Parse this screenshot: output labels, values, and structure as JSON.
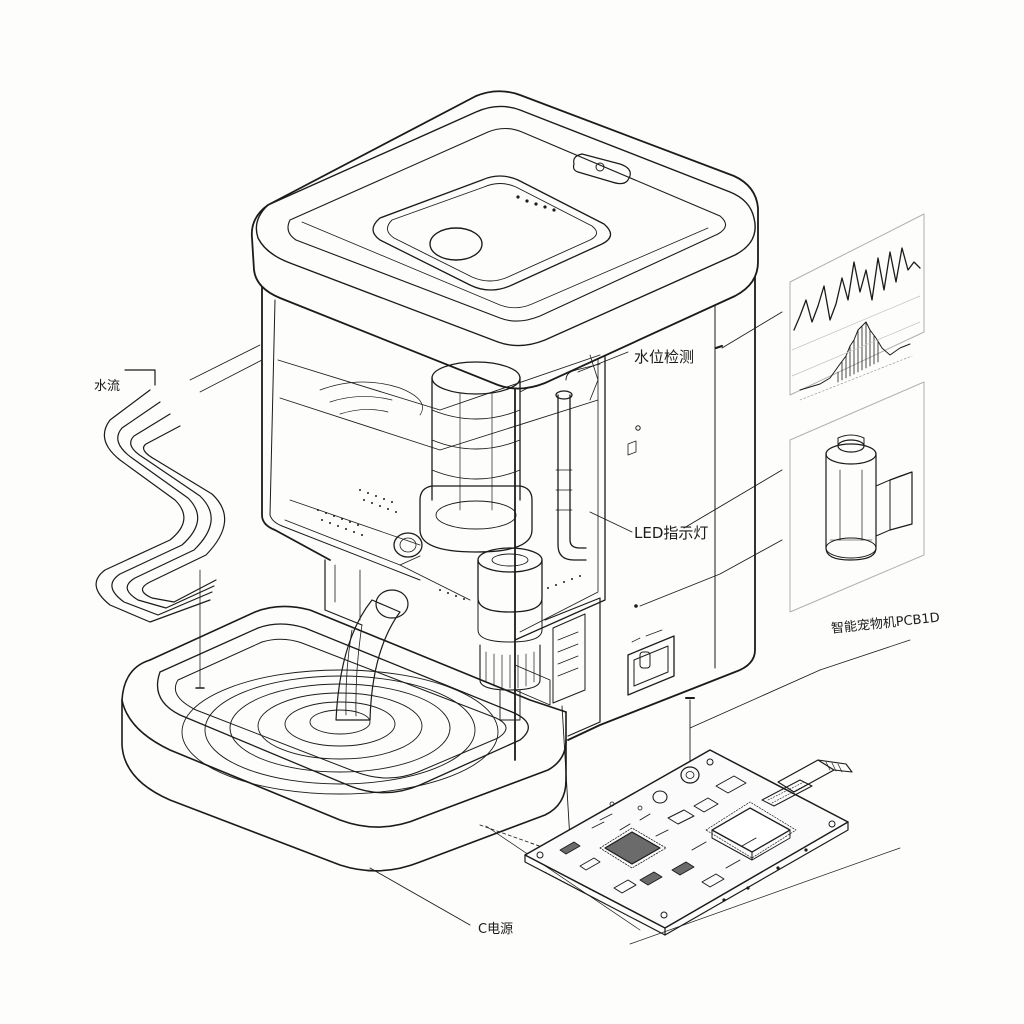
{
  "labels": {
    "water_flow": "水流",
    "water_level": "水位检测",
    "led": "LED指示灯",
    "pcb": "智能宠物机PCB1D",
    "power": "C电源"
  },
  "colors": {
    "ink": "#1b1b1b",
    "faint": "#9a9a9a",
    "chip": "#6b6b6b",
    "paper": "#fdfdfc"
  }
}
